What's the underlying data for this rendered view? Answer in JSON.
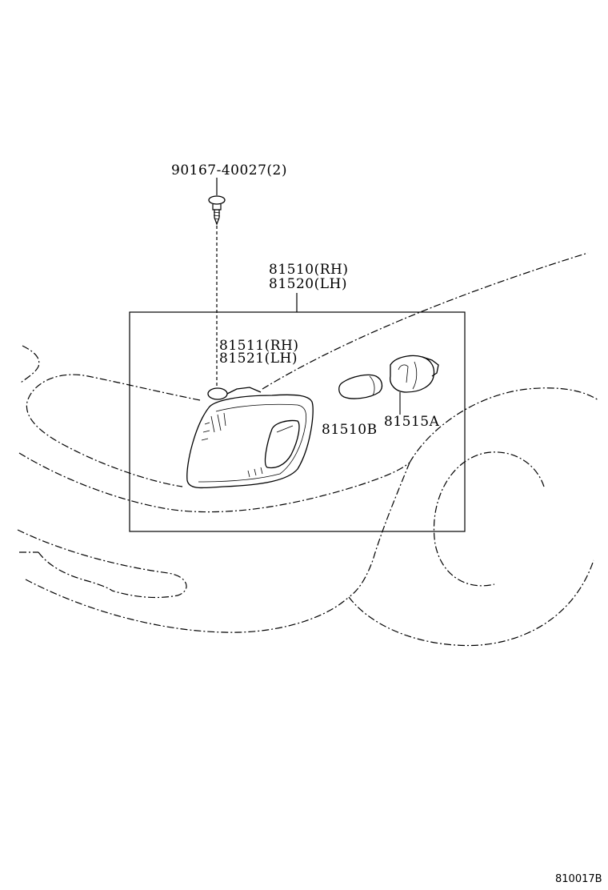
{
  "labels": {
    "screw": "90167-40027(2)",
    "assembly_rh": "81510(RH)",
    "assembly_lh": "81520(LH)",
    "lens_rh": "81511(RH)",
    "lens_lh": "81521(LH)",
    "bulb": "81510B",
    "socket": "81515A",
    "diagram_ref": "810017B"
  },
  "colors": {
    "ink": "#000000",
    "background": "#ffffff"
  },
  "icons": {
    "screw": "screw-icon",
    "bulb": "bulb-icon",
    "socket": "socket-icon",
    "lamp": "corner-lamp-icon"
  }
}
